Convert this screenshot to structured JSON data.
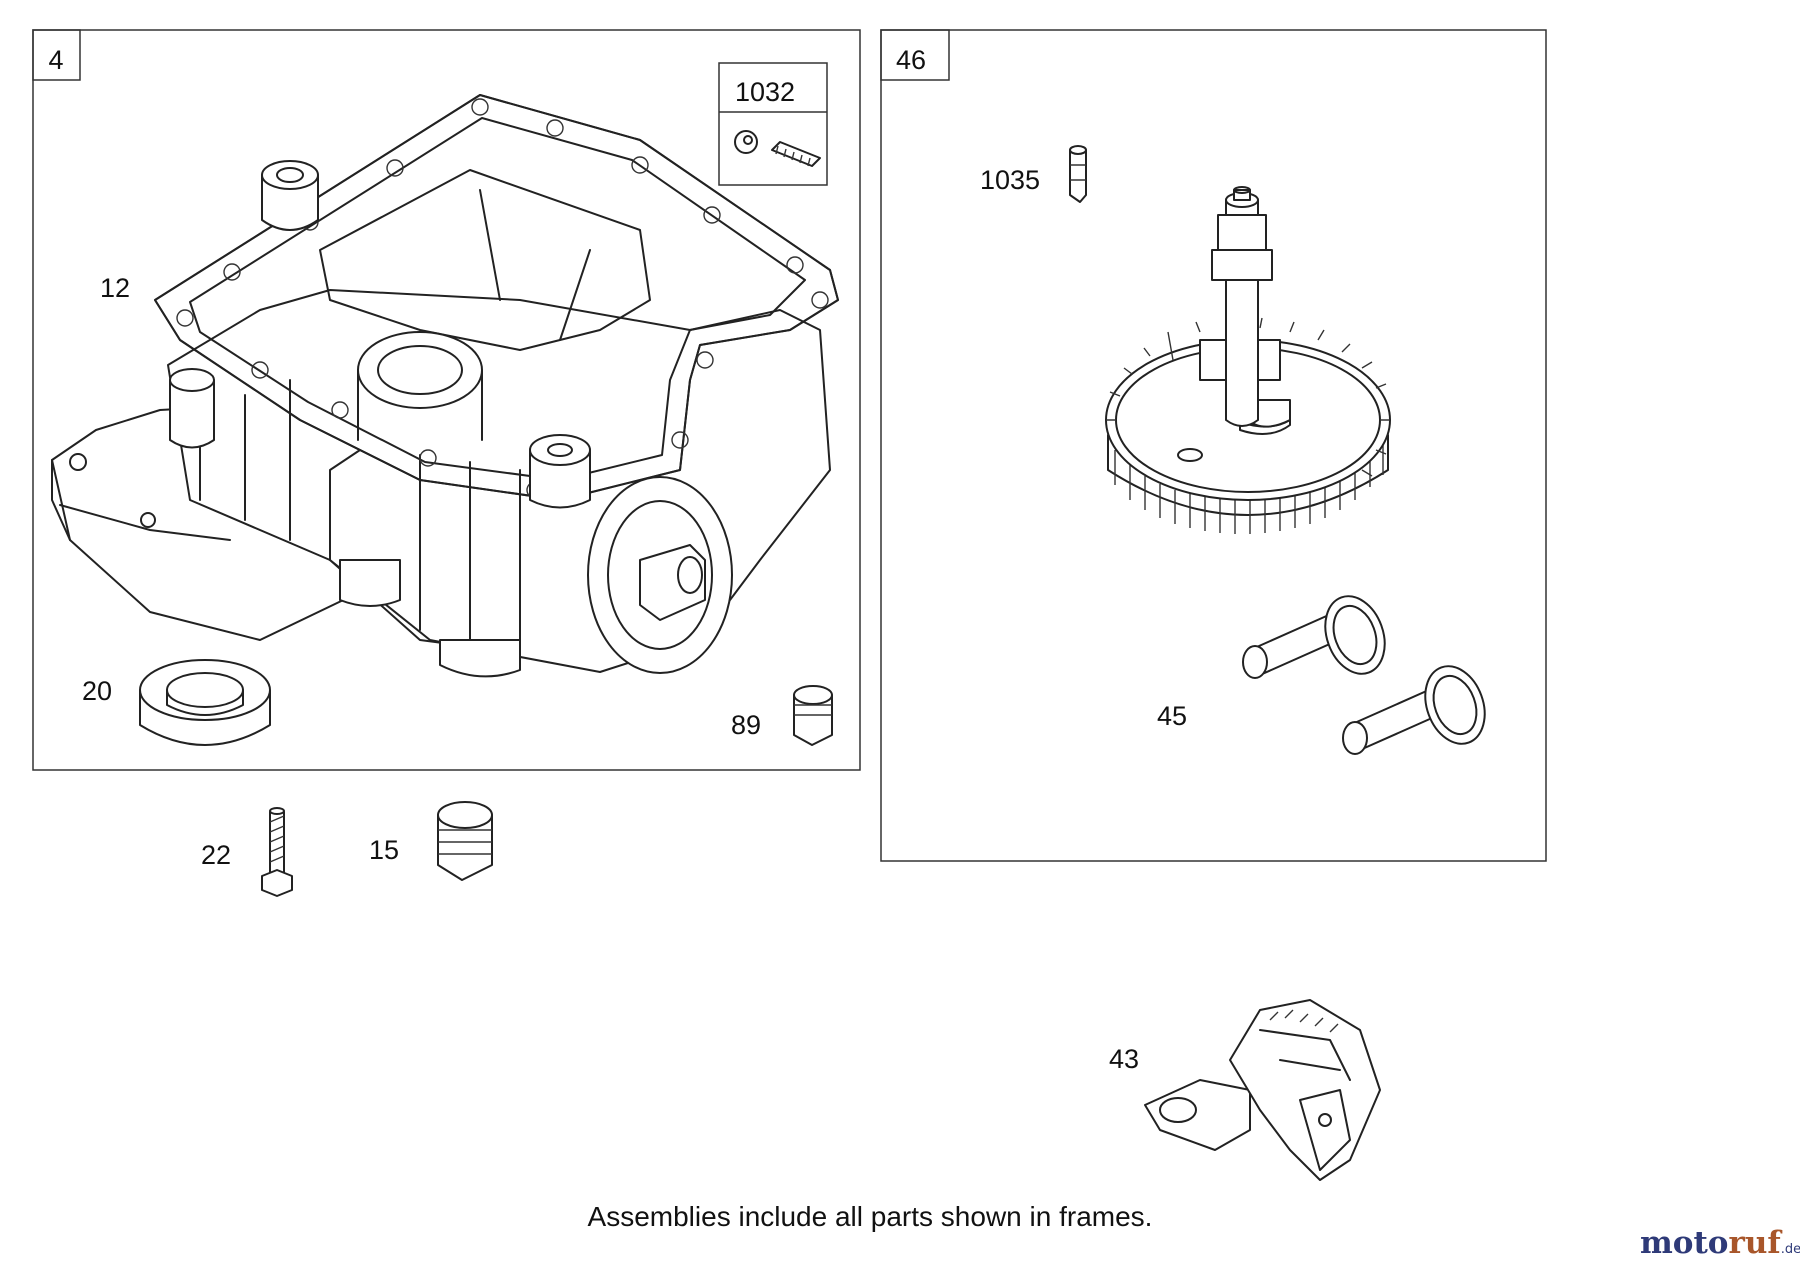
{
  "frames": [
    {
      "id": "4"
    },
    {
      "id": "1032"
    },
    {
      "id": "46"
    }
  ],
  "parts": {
    "p12": "12",
    "p20": "20",
    "p89": "89",
    "p22": "22",
    "p15": "15",
    "p1035": "1035",
    "p45": "45",
    "p43": "43"
  },
  "footer_note": "Assemblies include all parts shown in frames.",
  "watermark": {
    "brand_a": "moto",
    "brand_b": "ruf",
    "suffix": ".de"
  },
  "colors": {
    "line": "#222222",
    "watermark_blue": "#2e3a78",
    "watermark_orange": "#a8562a"
  }
}
